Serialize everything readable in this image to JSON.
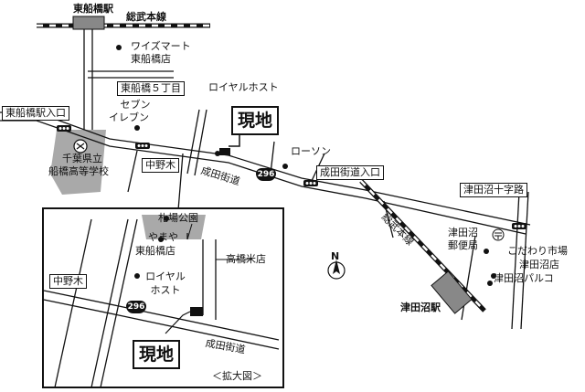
{
  "stations": {
    "higashi_funabashi": "東船橋駅",
    "tsudanuma": "津田沼駅"
  },
  "railway": {
    "sobu_top": "総武本線",
    "sobu_diag": "総武本線"
  },
  "intersections": {
    "higashi_funabashi_eki_iriguchi": "東船橋駅入口",
    "higashi_funabashi_5": "東船橋５丁目",
    "narita_kaido_iriguchi": "成田街道入口",
    "tsudanuma_jujiro": "津田沼十字路",
    "nakanoki": "中野木"
  },
  "roads": {
    "narita_kaido": "成田街道",
    "route_number": "296"
  },
  "places": {
    "wizmart_line1": "ワイズマート",
    "wizmart_line2": "東船橋店",
    "seven_line1": "セブン",
    "seven_line2": "イレブン",
    "royal_host": "ロイヤルホスト",
    "lawson": "ローソン",
    "school_line1": "千葉県立",
    "school_line2": "船橋高等学校",
    "post_line1": "津田沼",
    "post_line2": "郵便局",
    "kodawari_line1": "こだわり市場",
    "kodawari_line2": "津田沼店",
    "parco": "津田沼パルコ"
  },
  "site_label": "現地",
  "north_label": "N",
  "inset": {
    "sakuba_park": "札場公園",
    "yamaya_line1": "やまや",
    "yamaya_line2": "東船橋店",
    "takahashi_rice": "高橋米店",
    "royal_line1": "ロイヤル",
    "royal_line2": "ホスト",
    "nakanoki": "中野木",
    "route_number": "296",
    "narita_kaido": "成田街道",
    "site_label": "現地",
    "caption": "＜拡大図＞"
  }
}
